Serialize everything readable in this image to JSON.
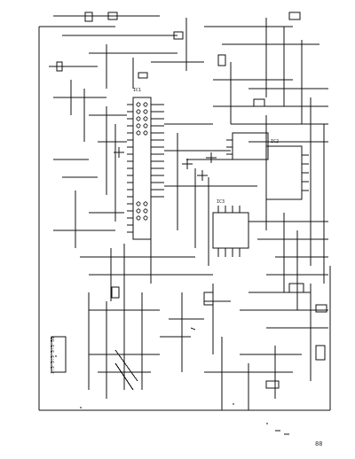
{
  "document": {
    "type": "schematic",
    "ink_color": "#111111",
    "paper_color": "#ffffff"
  },
  "labels": {
    "page_number": "88",
    "left_vertical": "1:3 3:3 3:3 55",
    "ic_main": "IC1",
    "ic_right": "IC2",
    "ic_bottom": "IC3"
  }
}
